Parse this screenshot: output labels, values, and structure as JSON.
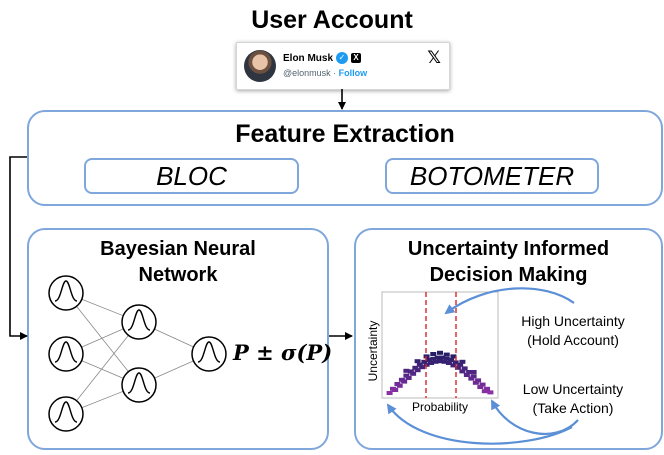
{
  "title": "User Account",
  "account_card": {
    "name": "Elon Musk",
    "handle": "@elonmusk",
    "separator": " · ",
    "follow": "Follow",
    "platform_icon": "x-logo-icon"
  },
  "feature_extraction": {
    "title": "Feature Extraction",
    "methods": [
      "BLOC",
      "BOTOMETER"
    ]
  },
  "bnn": {
    "title_line1": "Bayesian Neural",
    "title_line2": "Network",
    "formula": "P ± σ(P)"
  },
  "decision": {
    "title_line1": "Uncertainty Informed",
    "title_line2": "Decision Making",
    "high_line1": "High Uncertainty",
    "high_line2": "(Hold Account)",
    "low_line1": "Low Uncertainty",
    "low_line2": "(Take Action)",
    "ylabel": "Uncertainty",
    "xlabel": "Probability"
  },
  "colors": {
    "panel_border": "#7fa7dc",
    "arrow_blue": "#5b8fd6",
    "threshold_red": "#d62728"
  },
  "scatter_points": [
    [
      0.05,
      0.05
    ],
    [
      0.08,
      0.12
    ],
    [
      0.12,
      0.2
    ],
    [
      0.16,
      0.27
    ],
    [
      0.2,
      0.34
    ],
    [
      0.24,
      0.41
    ],
    [
      0.28,
      0.47
    ],
    [
      0.32,
      0.52
    ],
    [
      0.36,
      0.57
    ],
    [
      0.4,
      0.6
    ],
    [
      0.44,
      0.62
    ],
    [
      0.48,
      0.64
    ],
    [
      0.52,
      0.64
    ],
    [
      0.56,
      0.62
    ],
    [
      0.6,
      0.6
    ],
    [
      0.64,
      0.56
    ],
    [
      0.68,
      0.52
    ],
    [
      0.72,
      0.46
    ],
    [
      0.76,
      0.4
    ],
    [
      0.8,
      0.33
    ],
    [
      0.84,
      0.26
    ],
    [
      0.88,
      0.19
    ],
    [
      0.92,
      0.12
    ],
    [
      0.95,
      0.06
    ],
    [
      0.1,
      0.1
    ],
    [
      0.14,
      0.17
    ],
    [
      0.18,
      0.24
    ],
    [
      0.22,
      0.3
    ],
    [
      0.26,
      0.37
    ],
    [
      0.3,
      0.43
    ],
    [
      0.34,
      0.48
    ],
    [
      0.38,
      0.52
    ],
    [
      0.42,
      0.55
    ],
    [
      0.46,
      0.57
    ],
    [
      0.5,
      0.58
    ],
    [
      0.54,
      0.57
    ],
    [
      0.58,
      0.55
    ],
    [
      0.62,
      0.51
    ],
    [
      0.66,
      0.47
    ],
    [
      0.7,
      0.41
    ],
    [
      0.74,
      0.35
    ],
    [
      0.78,
      0.29
    ],
    [
      0.82,
      0.22
    ],
    [
      0.86,
      0.15
    ],
    [
      0.9,
      0.08
    ],
    [
      0.44,
      0.7
    ],
    [
      0.5,
      0.72
    ],
    [
      0.56,
      0.69
    ],
    [
      0.38,
      0.66
    ],
    [
      0.62,
      0.66
    ],
    [
      0.3,
      0.58
    ],
    [
      0.7,
      0.57
    ],
    [
      0.2,
      0.42
    ],
    [
      0.8,
      0.4
    ]
  ]
}
